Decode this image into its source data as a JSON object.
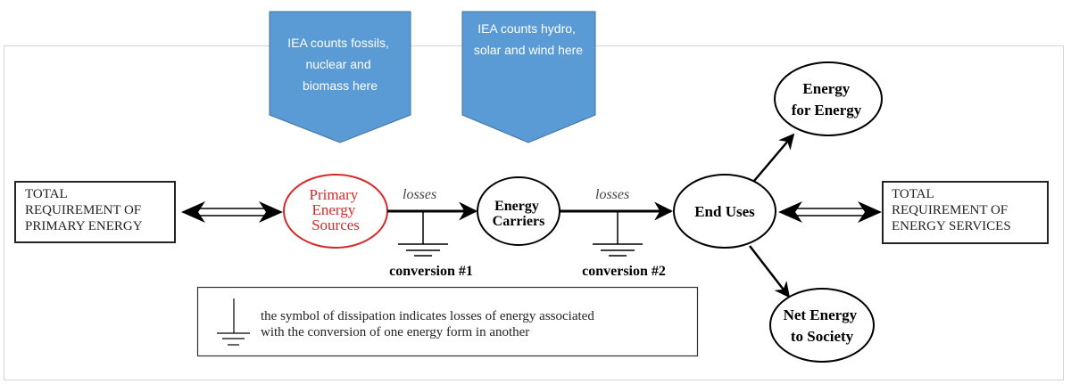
{
  "colors": {
    "callout_fill": "#5b9bd5",
    "callout_stroke": "#41719c",
    "callout_text": "#ffffff",
    "primary_node_color": "#d42a2a",
    "line_color": "#000000",
    "frame_color": "#d4d4d4"
  },
  "callouts": [
    {
      "lines": [
        "IEA counts fossils,",
        "nuclear and",
        "biomass here"
      ]
    },
    {
      "lines": [
        "IEA counts hydro,",
        "solar and wind here"
      ]
    }
  ],
  "left_box": {
    "lines": [
      "TOTAL",
      "REQUIREMENT OF",
      "PRIMARY ENERGY"
    ]
  },
  "right_box": {
    "lines": [
      "TOTAL",
      "REQUIREMENT OF",
      "ENERGY SERVICES"
    ]
  },
  "nodes": {
    "primary": {
      "lines": [
        "Primary",
        "Energy",
        "Sources"
      ]
    },
    "carriers": {
      "lines": [
        "Energy",
        "Carriers"
      ]
    },
    "end_uses": {
      "lines": [
        "End Uses"
      ]
    },
    "energy_for_energy": {
      "lines": [
        "Energy",
        "for Energy"
      ]
    },
    "net_energy": {
      "lines": [
        "Net Energy",
        "to Society"
      ]
    }
  },
  "edges": {
    "losses_1": "losses",
    "losses_2": "losses",
    "conversion_1": "conversion #1",
    "conversion_2": "conversion #2"
  },
  "legend": {
    "lines": [
      "the symbol of dissipation indicates losses of energy associated",
      "with the conversion of one energy form in another"
    ]
  }
}
